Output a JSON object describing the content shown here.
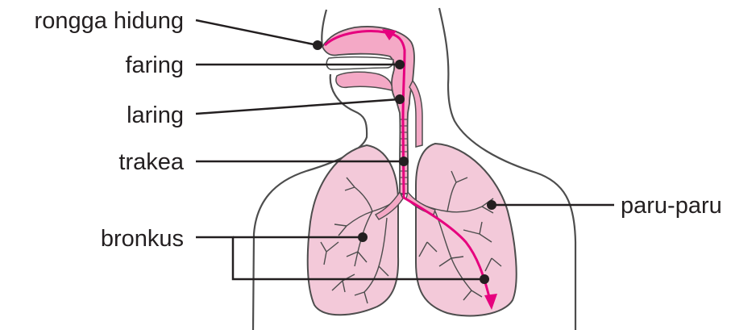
{
  "diagram": {
    "labels": {
      "rongga_hidung": "rongga hidung",
      "faring": "faring",
      "laring": "laring",
      "trakea": "trakea",
      "bronkus": "bronkus",
      "paru_paru": "paru-paru"
    },
    "colors": {
      "lung_fill": "#f3c9d9",
      "airway_fill": "#f4a9c6",
      "air_flow_arrow": "#e6007e",
      "outline": "#4d4d4d",
      "leader_line": "#231f20"
    }
  }
}
